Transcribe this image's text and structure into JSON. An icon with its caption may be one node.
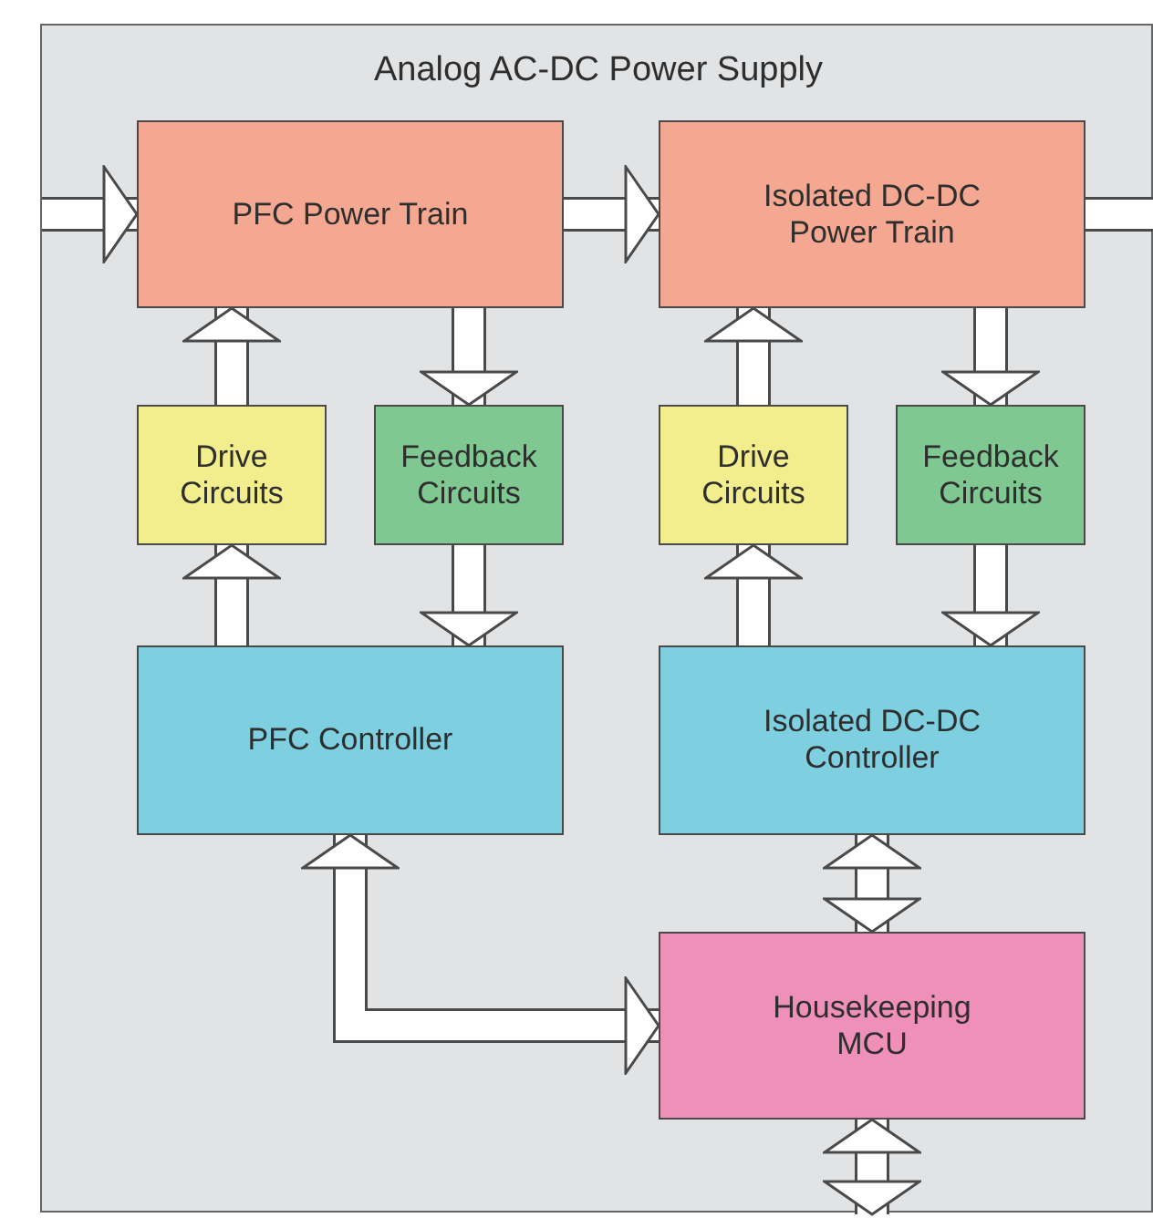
{
  "diagram": {
    "nodes": [
      {
        "text": [
          "Analog AC-DC Power Supply"
        ]
      },
      {
        "text": [
          "PFC Power Train"
        ],
        "in": 0
      },
      {
        "text": [
          "Isolated DC-DC Power Train"
        ],
        "in": 0
      },
      {
        "text": [
          "Drive Circuits"
        ],
        "in": 0
      },
      {
        "text": [
          "Feedback Circuits"
        ],
        "in": 0
      },
      {
        "text": [
          "Drive Circuits"
        ],
        "in": 0
      },
      {
        "text": [
          "Feedback Circuits"
        ],
        "in": 0
      },
      {
        "text": [
          "PFC Controller"
        ],
        "in": 0
      },
      {
        "text": [
          "Isolated DC-DC Controller"
        ],
        "in": 0
      },
      {
        "text": [
          "Housekeeping MCU"
        ],
        "in": 0
      }
    ],
    "edges": [
      {
        "from": null,
        "to": 1,
        "arrow": "to"
      },
      {
        "from": 1,
        "to": 2,
        "arrow": "to"
      },
      {
        "from": 2,
        "to": null,
        "arrow": "none"
      },
      {
        "from": 3,
        "to": 1,
        "arrow": "to"
      },
      {
        "from": 1,
        "to": 4,
        "arrow": "to"
      },
      {
        "from": 7,
        "to": 3,
        "arrow": "to"
      },
      {
        "from": 4,
        "to": 7,
        "arrow": "to"
      },
      {
        "from": 5,
        "to": 2,
        "arrow": "to"
      },
      {
        "from": 2,
        "to": 6,
        "arrow": "to"
      },
      {
        "from": 8,
        "to": 5,
        "arrow": "to"
      },
      {
        "from": 6,
        "to": 8,
        "arrow": "to"
      },
      {
        "from": 8,
        "to": 9,
        "arrow": "both"
      },
      {
        "from": 7,
        "to": 9,
        "arrow": "both"
      },
      {
        "from": 9,
        "to": null,
        "arrow": "both"
      }
    ]
  }
}
